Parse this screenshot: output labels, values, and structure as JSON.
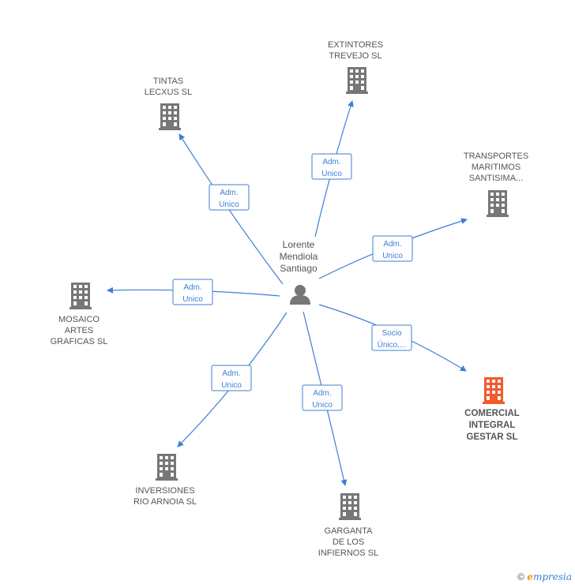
{
  "colors": {
    "edge": "#3d7fd6",
    "building": "#777777",
    "highlight": "#f15a2b"
  },
  "center": {
    "lines": [
      "Lorente",
      "Mendiola",
      "Santiago"
    ],
    "icon": "person-icon"
  },
  "nodes": [
    {
      "id": "extintores",
      "lines": [
        "EXTINTORES",
        "TREVEJO SL"
      ],
      "edge_label": [
        "Adm.",
        "Unico"
      ],
      "highlight": false
    },
    {
      "id": "tintas",
      "lines": [
        "TINTAS",
        "LECXUS SL"
      ],
      "edge_label": [
        "Adm.",
        "Unico"
      ],
      "highlight": false
    },
    {
      "id": "transportes",
      "lines": [
        "TRANSPORTES",
        "MARITIMOS",
        "SANTISIMA..."
      ],
      "edge_label": [
        "Adm.",
        "Unico"
      ],
      "highlight": false
    },
    {
      "id": "mosaico",
      "lines": [
        "MOSAICO",
        "ARTES",
        "GRAFICAS SL"
      ],
      "edge_label": [
        "Adm.",
        "Unico"
      ],
      "highlight": false
    },
    {
      "id": "comercial",
      "lines": [
        "COMERCIAL",
        "INTEGRAL",
        "GESTAR SL"
      ],
      "edge_label": [
        "Socio",
        "Único,..."
      ],
      "highlight": true
    },
    {
      "id": "inversiones",
      "lines": [
        "INVERSIONES",
        "RIO ARNOIA SL"
      ],
      "edge_label": [
        "Adm.",
        "Unico"
      ],
      "highlight": false
    },
    {
      "id": "garganta",
      "lines": [
        "GARGANTA",
        "DE LOS",
        "INFIERNOS SL"
      ],
      "edge_label": [
        "Adm.",
        "Unico"
      ],
      "highlight": false
    }
  ],
  "footer": {
    "copyright": "©",
    "brand_first": "e",
    "brand_rest": "mpresia"
  }
}
